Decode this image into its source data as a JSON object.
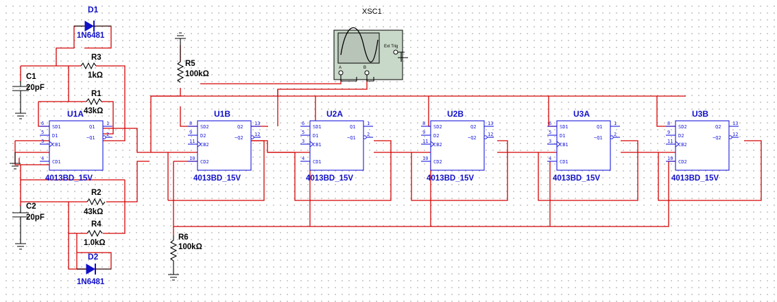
{
  "oscilloscope": {
    "ref": "XSC1",
    "chA": "A",
    "chB": "B",
    "ext": "Ext Trig"
  },
  "components": {
    "D1": {
      "ref": "D1",
      "value": "1N6481"
    },
    "D2": {
      "ref": "D2",
      "value": "1N6481"
    },
    "R1": {
      "ref": "R1",
      "value": "43kΩ"
    },
    "R2": {
      "ref": "R2",
      "value": "43kΩ"
    },
    "R3": {
      "ref": "R3",
      "value": "1kΩ"
    },
    "R4": {
      "ref": "R4",
      "value": "1.0kΩ"
    },
    "R5": {
      "ref": "R5",
      "value": "100kΩ"
    },
    "R6": {
      "ref": "R6",
      "value": "100kΩ"
    },
    "C1": {
      "ref": "C1",
      "value": "20pF"
    },
    "C2": {
      "ref": "C2",
      "value": "20pF"
    }
  },
  "flipflops": [
    {
      "ref": "U1A",
      "part": "4013BD_15V",
      "pins": [
        "6",
        "5",
        "3",
        "4",
        "1",
        "2"
      ]
    },
    {
      "ref": "U1B",
      "part": "4013BD_15V",
      "pins": [
        "8",
        "9",
        "11",
        "10",
        "13",
        "12"
      ]
    },
    {
      "ref": "U2A",
      "part": "4013BD_15V",
      "pins": [
        "6",
        "5",
        "3",
        "4",
        "1",
        "2"
      ]
    },
    {
      "ref": "U2B",
      "part": "4013BD_15V",
      "pins": [
        "8",
        "9",
        "11",
        "10",
        "13",
        "12"
      ]
    },
    {
      "ref": "U3A",
      "part": "4013BD_15V",
      "pins": [
        "6",
        "5",
        "3",
        "4",
        "1",
        "2"
      ]
    },
    {
      "ref": "U3B",
      "part": "4013BD_15V",
      "pins": [
        "8",
        "9",
        "11",
        "10",
        "13",
        "12"
      ]
    }
  ],
  "pin_names_A": [
    "SD1",
    "D1",
    "CB1",
    "CD1",
    "Q1",
    "~Q1"
  ],
  "pin_names_B": [
    "SD2",
    "D2",
    "CB2",
    "CD2",
    "Q2",
    "~Q2"
  ]
}
